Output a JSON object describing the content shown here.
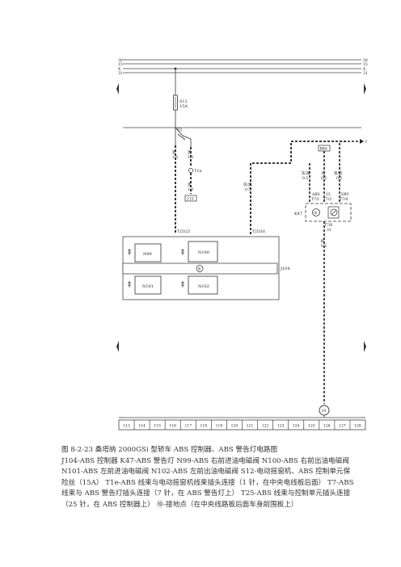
{
  "bus_lines": {
    "left": [
      "30",
      "15",
      "X",
      "31"
    ],
    "right": [
      "30",
      "15",
      "X",
      "31"
    ]
  },
  "fuse": {
    "name": "S12",
    "rating": "15A"
  },
  "junction": {
    "name": "E3"
  },
  "wires": {
    "w1": {
      "color": "黑",
      "size": "1.0"
    },
    "w2": {
      "color": "黑",
      "size": "1.0"
    },
    "w3": {
      "color": "黑",
      "size": "1.0"
    },
    "w4": {
      "color": "灰/黑",
      "size": "0.5"
    },
    "w5": {
      "color": "灰/黑",
      "size": "0.5"
    },
    "w6": {
      "color": "红",
      "size": "0.5"
    },
    "w7": {
      "color": "黑/棕",
      "size": "0.5"
    },
    "w8": {
      "color": "棕",
      "size": "0.5"
    }
  },
  "connectors": {
    "t1e": "T1e",
    "ref_a": "115",
    "ref_b": "B84",
    "t25_23": "T25/23",
    "t25_16": "T25/16",
    "t7_1": "T7/1",
    "t7_2": "T7/2",
    "t7_4": "T7/4",
    "t7_6": "T7/6",
    "pin31": "31",
    "lamp_abs": "ABS",
    "lamp_15": "15",
    "lamp_ebv": "EBV",
    "arrow": "f"
  },
  "components": {
    "j104": "J104",
    "k47": "K47",
    "n99": "N99",
    "n100": "N100",
    "n101": "N101",
    "n102": "N102",
    "ground": "10"
  },
  "ruler": [
    "113",
    "114",
    "115",
    "116",
    "117",
    "118",
    "119",
    "120",
    "121",
    "122",
    "123",
    "124",
    "125",
    "126",
    "127",
    "128"
  ],
  "caption": {
    "line1": "图 8-2-23    桑塔纳 2000GSi 型轿车 ABS 控制器、ABS 警告灯电路图",
    "line2": "J104-ABS 控制器    K47-ABS 警告灯    N99-ABS 右前进油电磁阀    N100-ABS 右前出油电磁阀",
    "line3": "N101-ABS 左前进油电磁阀    N102-ABS 左前出油电磁阀    S12-电动摇窗机、ABS 控制单元保",
    "line4": "险丝（15A）  T1e-ABS 线束与电动摇窗机线束插头连接（1 针，在中央电线板后面）   T7-ABS",
    "line5": "线束与 ABS 警告灯插头连接（7 针，在 ABS 警告灯上）   T25-ABS 线束与控制单元插头连接",
    "line6": "（25 针，在 ABS 控制器上）  ⑩-接地点（在中央线路板后面车身前围板上）"
  }
}
